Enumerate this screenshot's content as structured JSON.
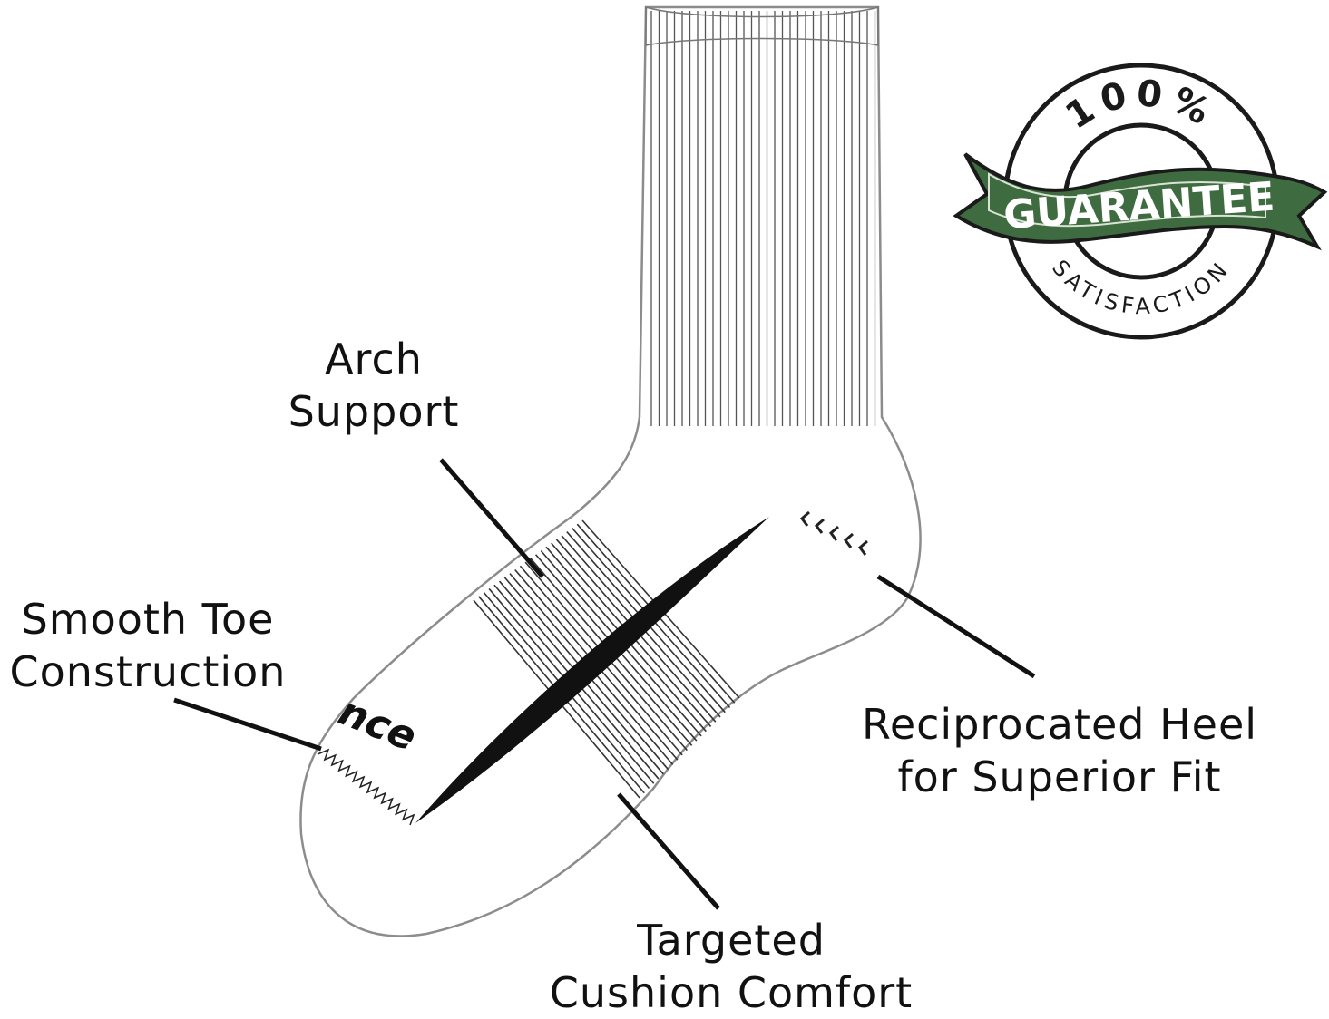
{
  "labels": {
    "arch": [
      "Arch",
      "Support"
    ],
    "toe": [
      "Smooth Toe",
      "Construction"
    ],
    "heel": [
      "Reciprocated Heel",
      "for Superior Fit"
    ],
    "cushion": [
      "Targeted",
      "Cushion Comfort"
    ]
  },
  "badge": {
    "top": "100%",
    "ribbon": "GUARANTEE",
    "bottom": "SATISFACTION"
  },
  "sock_print": "nce",
  "colors": {
    "ink": "#111111",
    "outline": "#8c8c8c",
    "ribbon": "#3f6b40",
    "badge_stroke": "#1a1a1a"
  }
}
